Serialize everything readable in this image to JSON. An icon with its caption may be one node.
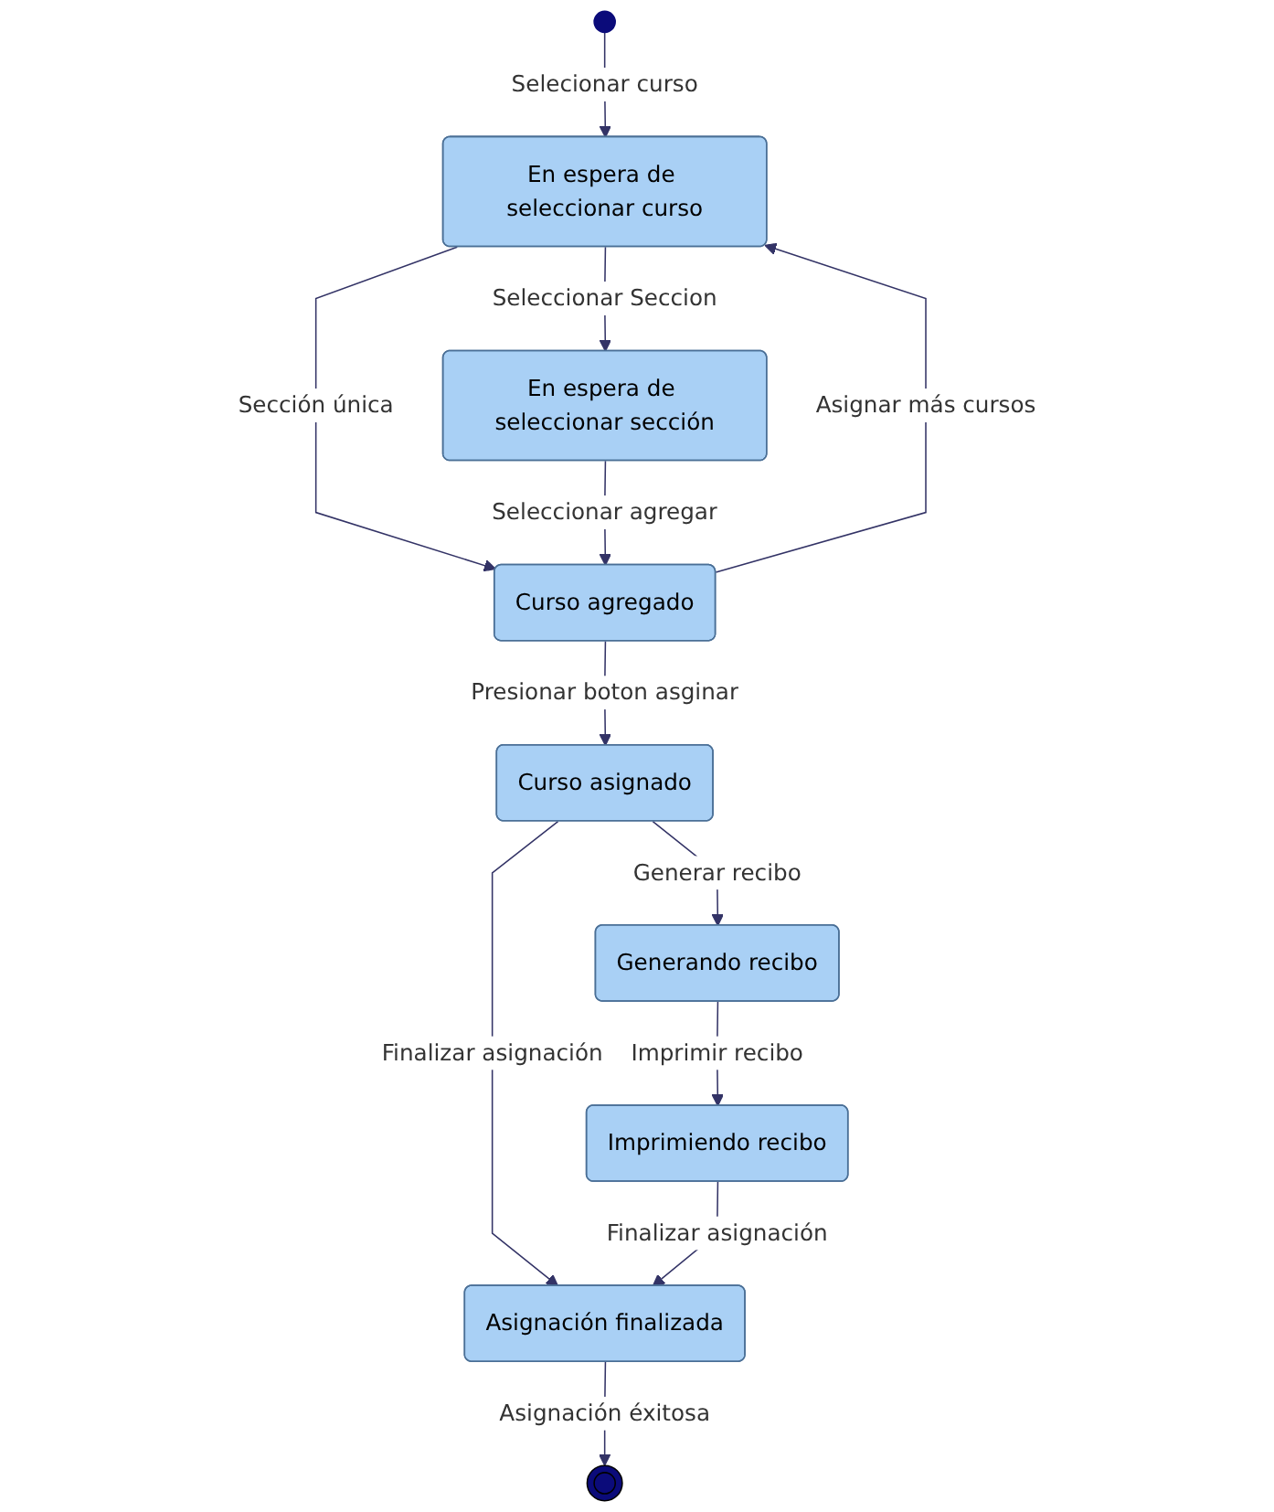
{
  "diagram": {
    "nodes": [
      {
        "text": [],
        "shape": "circle"
      },
      {
        "text": [
          "En espera de seleccionar curso"
        ]
      },
      {
        "text": [
          "En espera de seleccionar sección"
        ]
      },
      {
        "text": [
          "Curso agregado"
        ]
      },
      {
        "text": [
          "Curso asignado"
        ]
      },
      {
        "text": [
          "Asignación finalizada"
        ]
      },
      {
        "text": [
          "Generando recibo"
        ]
      },
      {
        "text": [
          "Imprimiendo recibo"
        ]
      },
      {
        "text": [],
        "shape": "bullseye"
      }
    ],
    "edges": [
      {
        "from": 0,
        "to": 1,
        "arrow": "to",
        "label": "Selecionar curso"
      },
      {
        "from": 1,
        "to": 2,
        "arrow": "to",
        "label": "Seleccionar Seccion"
      },
      {
        "from": 1,
        "to": 3,
        "arrow": "to",
        "label": "Sección única"
      },
      {
        "from": 2,
        "to": 3,
        "arrow": "to",
        "label": "Seleccionar agregar"
      },
      {
        "from": 3,
        "to": 1,
        "arrow": "to",
        "label": "Asignar más cursos"
      },
      {
        "from": 3,
        "to": 4,
        "arrow": "to",
        "label": "Presionar boton asginar"
      },
      {
        "from": 4,
        "to": 5,
        "arrow": "to",
        "label": "Finalizar asignación"
      },
      {
        "from": 4,
        "to": 6,
        "arrow": "to",
        "label": "Generar recibo"
      },
      {
        "from": 6,
        "to": 7,
        "arrow": "to",
        "label": "Imprimir recibo"
      },
      {
        "from": 7,
        "to": 5,
        "arrow": "to",
        "label": "Finalizar asignación"
      },
      {
        "from": 5,
        "to": 8,
        "arrow": "to",
        "label": "Asignación éxitosa"
      }
    ]
  }
}
